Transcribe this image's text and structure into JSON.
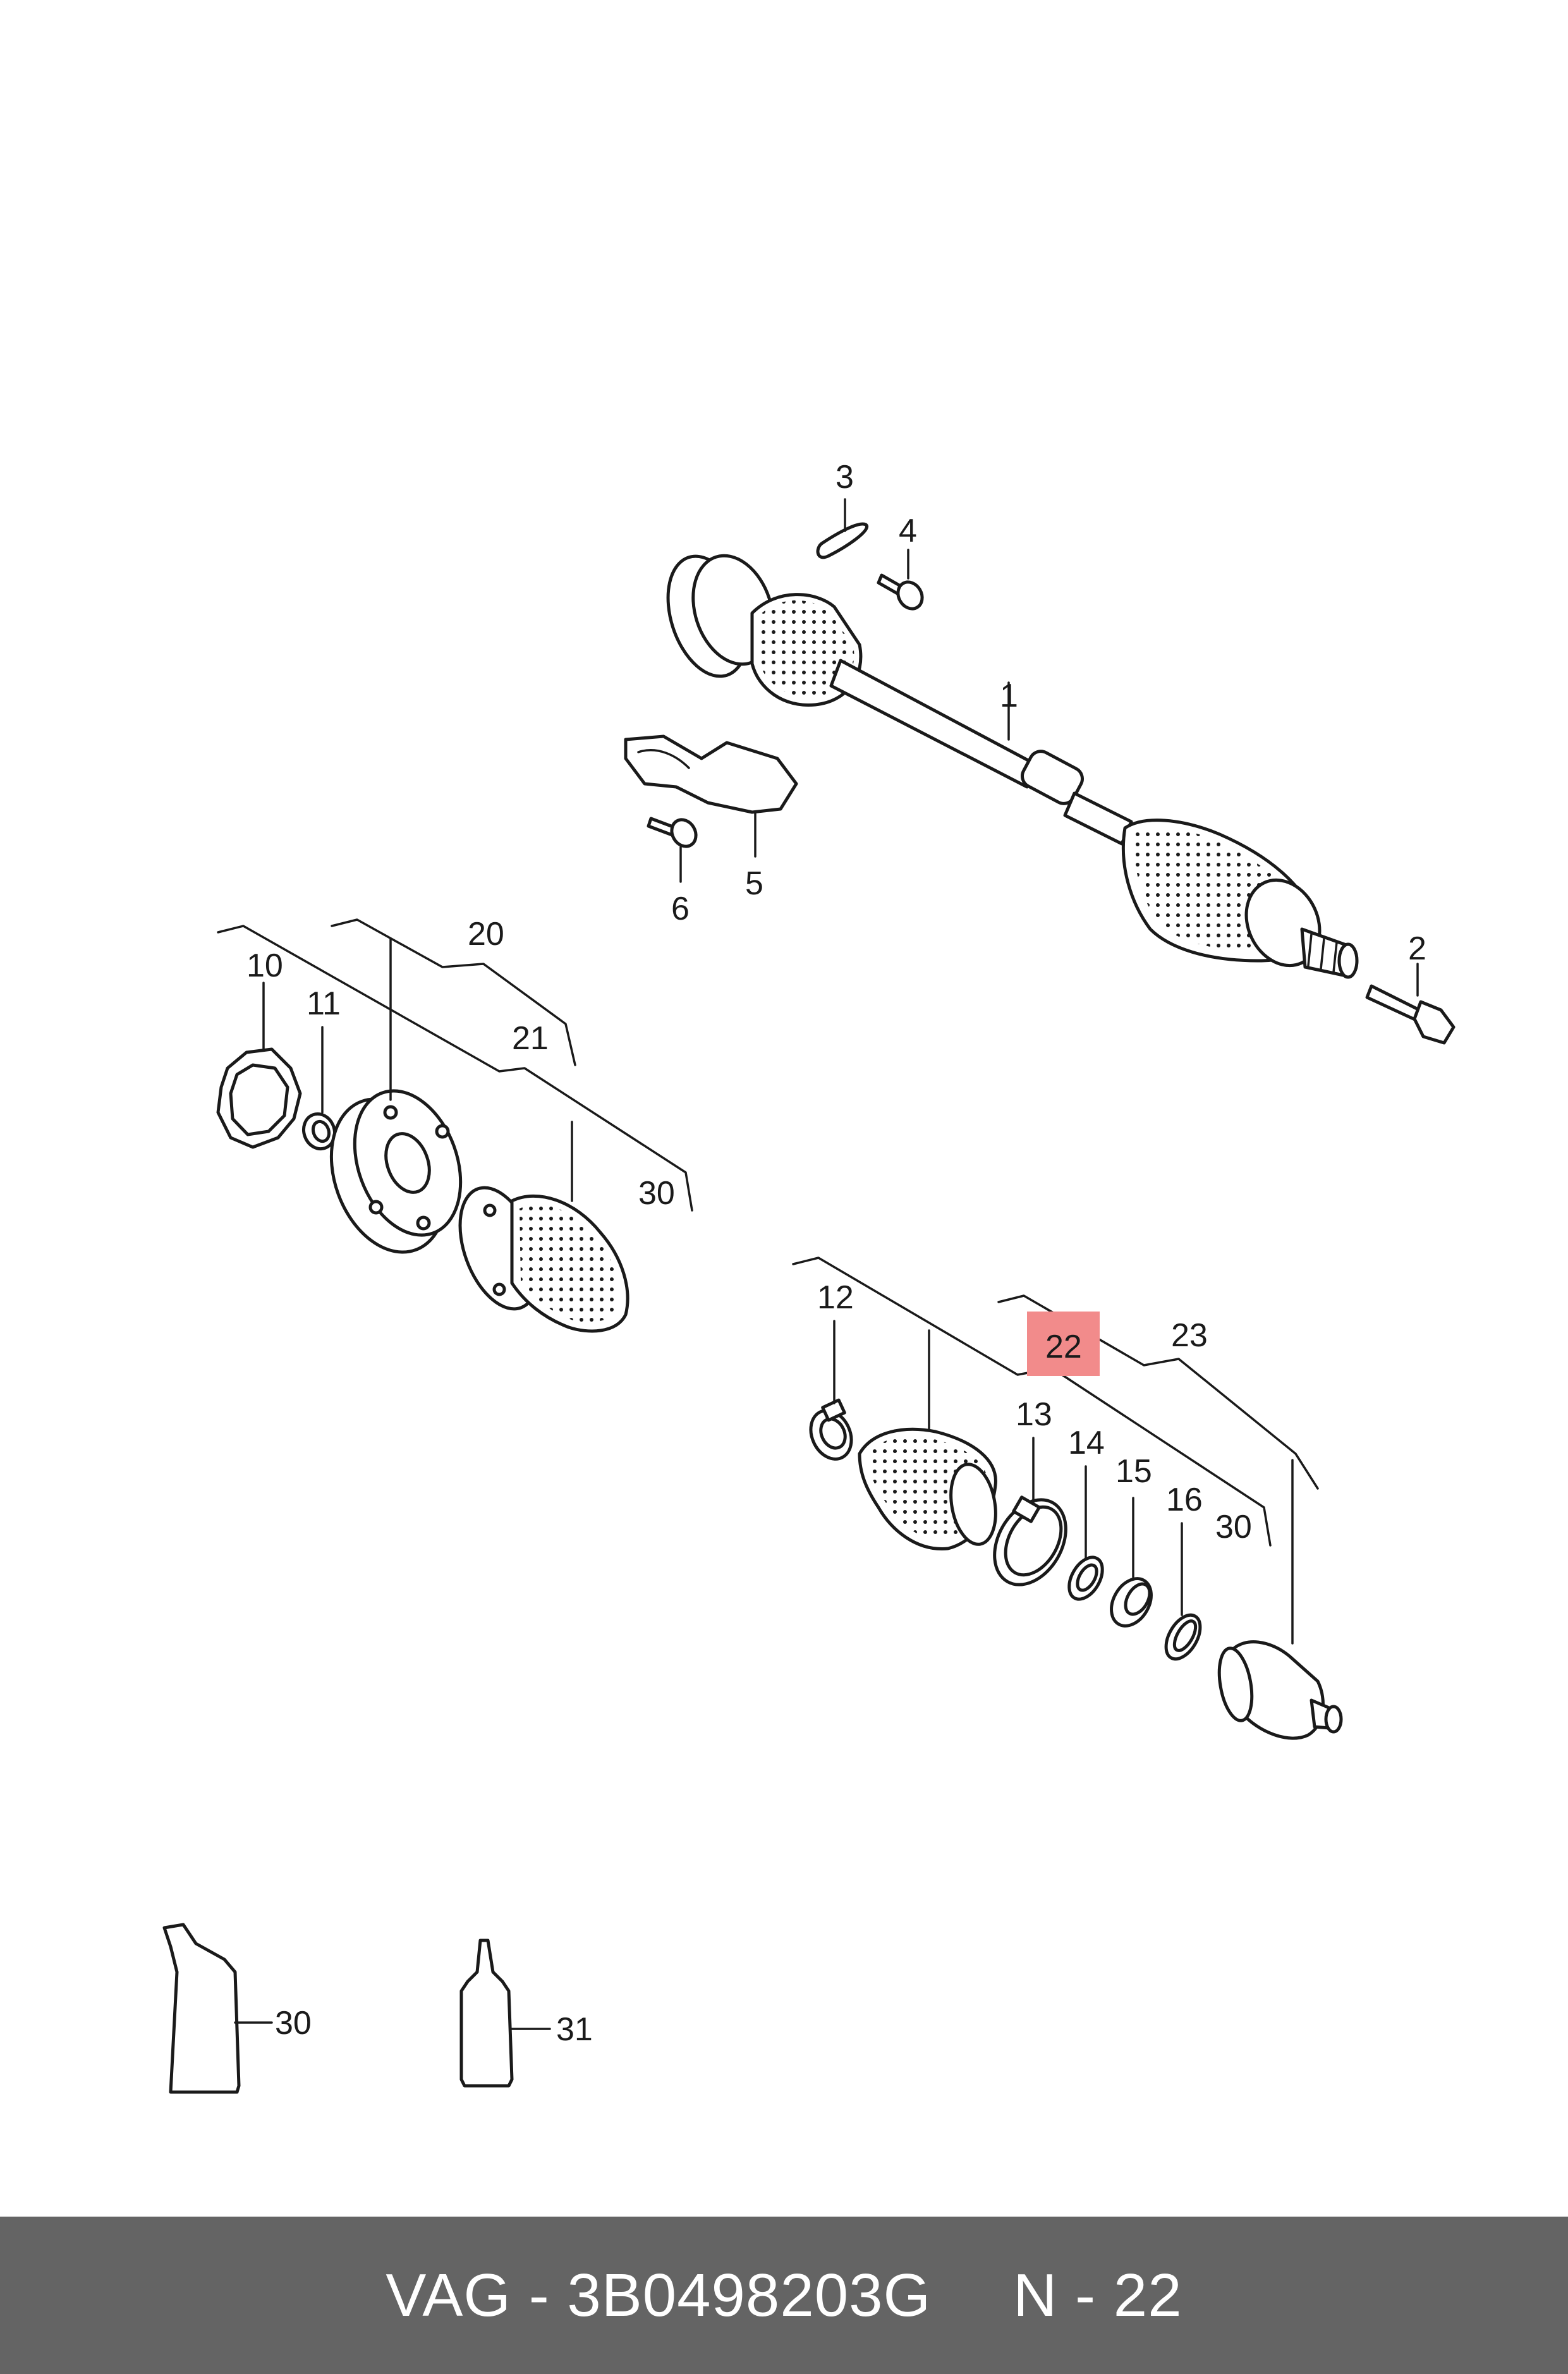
{
  "callouts": {
    "c1": "1",
    "c2": "2",
    "c3": "3",
    "c4": "4",
    "c5": "5",
    "c6": "6",
    "c10": "10",
    "c11": "11",
    "c12": "12",
    "c13": "13",
    "c14": "14",
    "c15": "15",
    "c16": "16",
    "c20": "20",
    "c21": "21",
    "c22": "22",
    "c23": "23",
    "c30a": "30",
    "c30b": "30",
    "c30c": "30",
    "c31": "31"
  },
  "highlight": {
    "label": "22",
    "color": "#f28b8b"
  },
  "footer": {
    "part_number": "VAG - 3B0498203G",
    "page_ref": "N - 22",
    "background": "#646464"
  }
}
